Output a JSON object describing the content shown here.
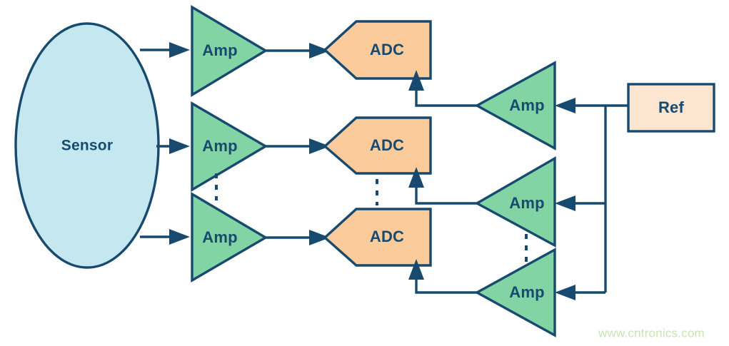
{
  "diagram": {
    "title": "Multichannel sensor signal chain block diagram",
    "colors": {
      "outline": "#174a6e",
      "sensor_fill": "#c5e8f0",
      "amp_fill": "#82d4a5",
      "adc_fill": "#fbcb9c",
      "ref_fill": "#fce6d2",
      "watermark": "#c9e4b4",
      "background": "#ffffff"
    },
    "sensor": {
      "label": "Sensor",
      "shape": "ellipse"
    },
    "input_amplifiers": [
      {
        "label": "Amp",
        "shape": "triangle-right"
      },
      {
        "label": "Amp",
        "shape": "triangle-right"
      },
      {
        "label": "Amp",
        "shape": "triangle-right"
      }
    ],
    "converters": [
      {
        "label": "ADC",
        "shape": "pentagon-left-point"
      },
      {
        "label": "ADC",
        "shape": "pentagon-left-point"
      },
      {
        "label": "ADC",
        "shape": "pentagon-left-point"
      }
    ],
    "reference_amplifiers": [
      {
        "label": "Amp",
        "shape": "triangle-left"
      },
      {
        "label": "Amp",
        "shape": "triangle-left"
      },
      {
        "label": "Amp",
        "shape": "triangle-left"
      }
    ],
    "reference": {
      "label": "Ref",
      "shape": "rectangle"
    },
    "continuation_marks": [
      {
        "name": "amp-column-ellipsis"
      },
      {
        "name": "adc-column-ellipsis"
      },
      {
        "name": "ref-amp-column-ellipsis"
      }
    ],
    "watermark": {
      "text": "www.cntronics.com"
    }
  }
}
